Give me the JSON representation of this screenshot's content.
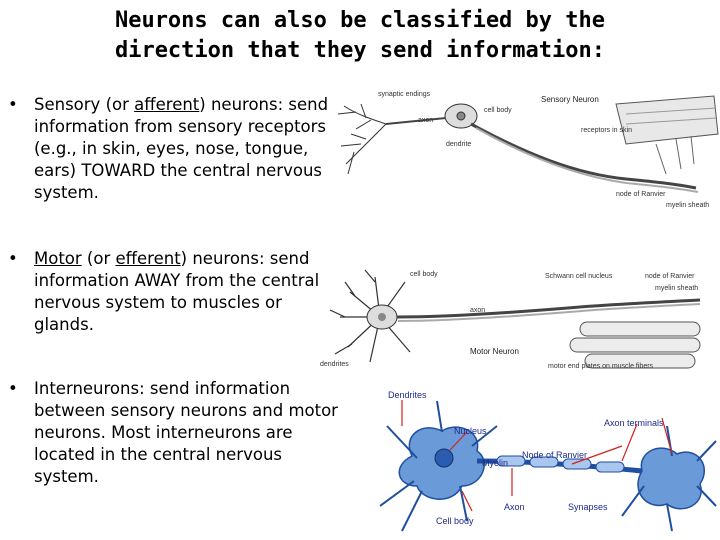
{
  "title": {
    "line1": "Neurons can also be classified by the",
    "line2": "direction that they send information:"
  },
  "bullets": [
    {
      "pre": "Sensory (or ",
      "underlined": "afferent",
      "post": ") neurons: send information from sensory receptors (e.g., in skin, eyes, nose, tongue, ears) TOWARD the central nervous system."
    },
    {
      "underlined1": "Motor",
      "mid": " (or ",
      "underlined2": "efferent",
      "post": ") neurons: send information AWAY from the central nervous system to muscles or glands."
    },
    {
      "text": "Interneurons: send information between sensory neurons and motor neurons. Most interneurons are located in the central nervous system."
    }
  ],
  "sensory_diagram": {
    "synaptic_endings": "synaptic endings",
    "cell_body": "cell body",
    "axon": "axon",
    "dendrite": "dendrite",
    "title": "Sensory Neuron",
    "receptors": "receptors in skin",
    "myelin": "myelin sheath",
    "node": "node of Ranvier"
  },
  "motor_diagram": {
    "cell_body": "cell body",
    "schwann": "Schwann cell nucleus",
    "node": "node of Ranvier",
    "myelin": "myelin sheath",
    "axon": "axon",
    "title": "Motor Neuron",
    "dendrites": "dendrites",
    "end_plates": "motor end plates on muscle fibers"
  },
  "inter_diagram": {
    "dendrites": "Dendrites",
    "nucleus": "Nucleus",
    "axon_terminals": "Axon terminals",
    "node": "Node of Ranvier",
    "myelin": "Myelin",
    "axon": "Axon",
    "synapses": "Synapses",
    "cell_body": "Cell body"
  },
  "colors": {
    "text": "#000000",
    "cell_fill": "#6a9bd8",
    "cell_dark": "#1f4fa0",
    "arrow": "#d22222"
  }
}
